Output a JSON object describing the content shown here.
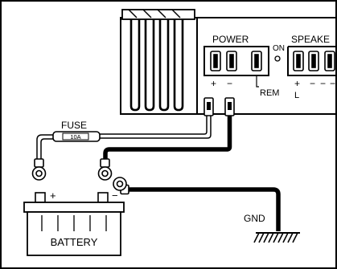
{
  "labels": {
    "power": "POWER",
    "on": "ON",
    "speaker": "SPEAKE",
    "power_plus": "+",
    "power_minus": "−",
    "rem": "REM",
    "spk_plus": "+",
    "spk_minus_1": "−",
    "spk_minus_2": "−",
    "spk_minus_3": "−",
    "spk_left": "L",
    "fuse": "FUSE",
    "fuse_rating": "10A",
    "battery": "BATTERY",
    "battery_plus": "+",
    "battery_minus": "−",
    "gnd": "GND"
  },
  "colors": {
    "line": "#000000",
    "background": "#ffffff",
    "panel": "#ffffff"
  }
}
